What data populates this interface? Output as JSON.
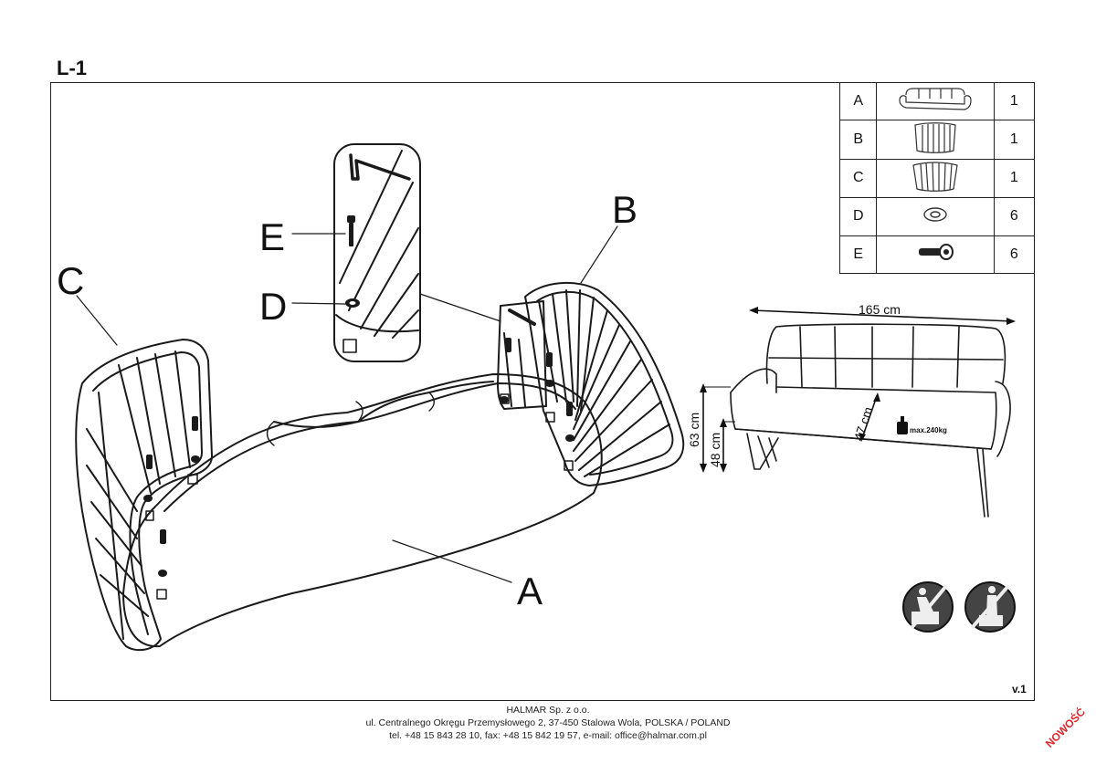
{
  "page": {
    "model": "L-1",
    "version": "v.1",
    "badge": "NOWOŚĆ"
  },
  "callouts": {
    "a": "A",
    "b": "B",
    "c": "C",
    "d": "D",
    "e": "E"
  },
  "parts": [
    {
      "label": "A",
      "qty": "1",
      "icon": "bench-icon"
    },
    {
      "label": "B",
      "qty": "1",
      "icon": "side-frame-b-icon"
    },
    {
      "label": "C",
      "qty": "1",
      "icon": "side-frame-c-icon"
    },
    {
      "label": "D",
      "qty": "6",
      "icon": "washer-icon"
    },
    {
      "label": "E",
      "qty": "6",
      "icon": "bolt-icon"
    }
  ],
  "dimensions": {
    "width": "165 cm",
    "height": "63 cm",
    "seat_height": "48 cm",
    "depth": "47 cm",
    "max_load": "max.240kg"
  },
  "footer": {
    "company": "HALMAR Sp. z o.o.",
    "address": "ul. Centralnego Okręgu Przemysłowego 2, 37-450 Stalowa Wola, POLSKA / POLAND",
    "contact": "tel. +48 15 843 28 10, fax: +48 15 842 19 57, e-mail: office@halmar.com.pl"
  }
}
